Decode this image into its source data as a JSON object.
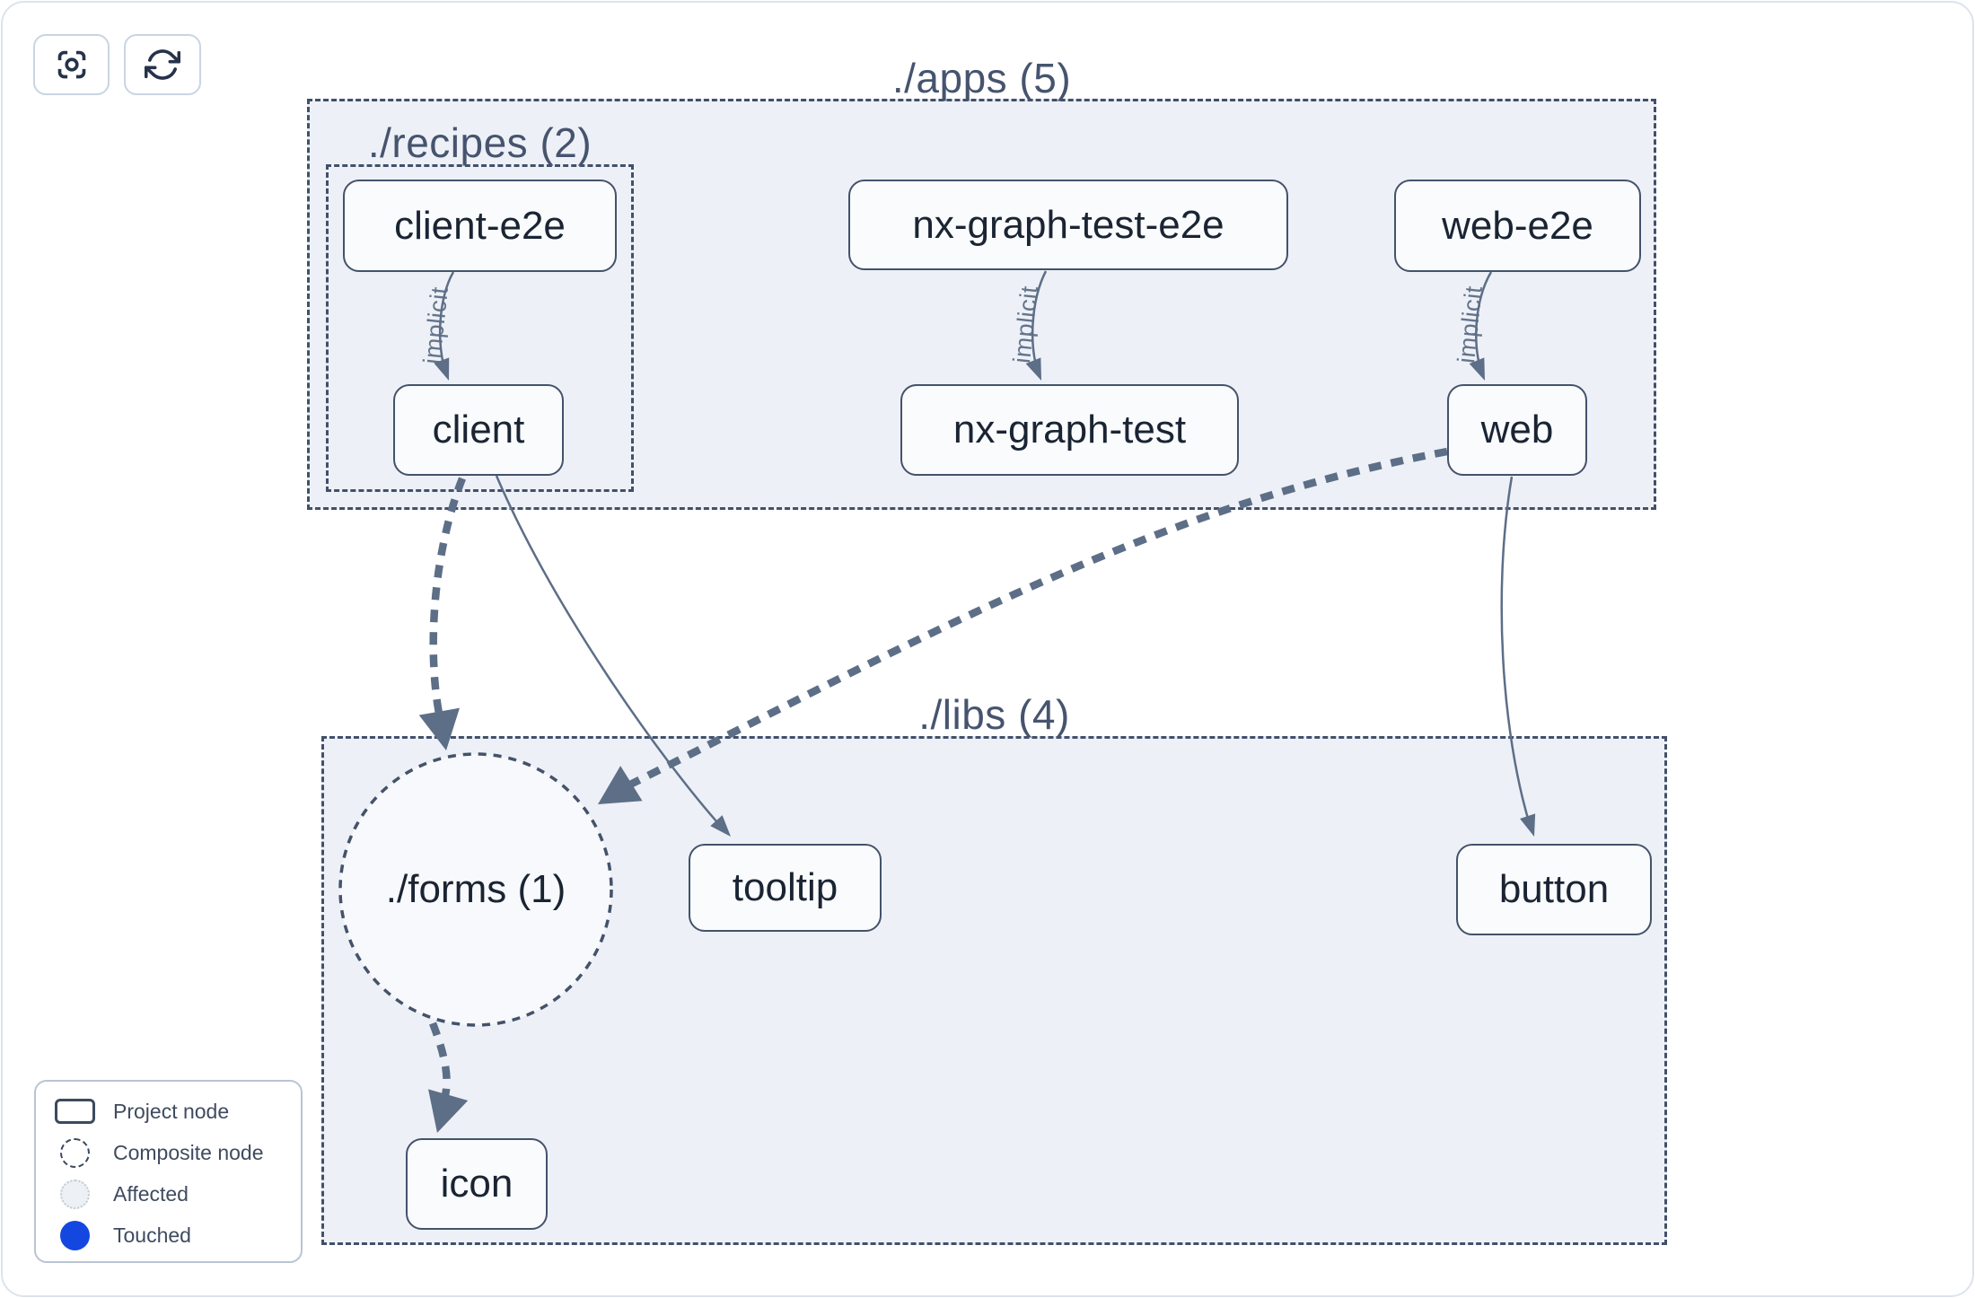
{
  "toolbar": {
    "focus_button": {
      "icon": "focus-icon"
    },
    "refresh_button": {
      "icon": "refresh-icon"
    }
  },
  "graph": {
    "groups": {
      "apps": {
        "label": "./apps (5)"
      },
      "recipes": {
        "label": "./recipes (2)"
      },
      "libs": {
        "label": "./libs (4)"
      }
    },
    "nodes": {
      "client_e2e": {
        "label": "client-e2e",
        "type": "project"
      },
      "nx_graph_test_e2e": {
        "label": "nx-graph-test-e2e",
        "type": "project"
      },
      "web_e2e": {
        "label": "web-e2e",
        "type": "project"
      },
      "client": {
        "label": "client",
        "type": "project"
      },
      "nx_graph_test": {
        "label": "nx-graph-test",
        "type": "project"
      },
      "web": {
        "label": "web",
        "type": "project"
      },
      "forms": {
        "label": "./forms (1)",
        "type": "composite"
      },
      "tooltip": {
        "label": "tooltip",
        "type": "project"
      },
      "button": {
        "label": "button",
        "type": "project"
      },
      "icon": {
        "label": "icon",
        "type": "project"
      }
    },
    "edges": [
      {
        "from": "client-e2e",
        "to": "client",
        "style": "implicit",
        "label": "implicit"
      },
      {
        "from": "nx-graph-test-e2e",
        "to": "nx-graph-test",
        "style": "implicit",
        "label": "implicit"
      },
      {
        "from": "web-e2e",
        "to": "web",
        "style": "implicit",
        "label": "implicit"
      },
      {
        "from": "client",
        "to": "tooltip",
        "style": "static",
        "label": ""
      },
      {
        "from": "web",
        "to": "button",
        "style": "static",
        "label": ""
      },
      {
        "from": "client",
        "to": "./forms (1)",
        "style": "composite",
        "label": ""
      },
      {
        "from": "web",
        "to": "./forms (1)",
        "style": "composite",
        "label": ""
      },
      {
        "from": "./forms (1)",
        "to": "icon",
        "style": "composite",
        "label": ""
      }
    ]
  },
  "legend": {
    "items": [
      {
        "symbol": "project-node-symbol",
        "label": "Project node"
      },
      {
        "symbol": "composite-node-symbol",
        "label": "Composite node"
      },
      {
        "symbol": "affected-symbol",
        "label": "Affected"
      },
      {
        "symbol": "touched-symbol",
        "label": "Touched"
      }
    ]
  },
  "colors": {
    "touched_blue": "#1347e0",
    "group_fill": "#edf1f7",
    "node_fill": "#f9fbfd",
    "dark_border": "#42506a",
    "edge": "#5d6e87",
    "canvas_border": "#dde3ed"
  }
}
